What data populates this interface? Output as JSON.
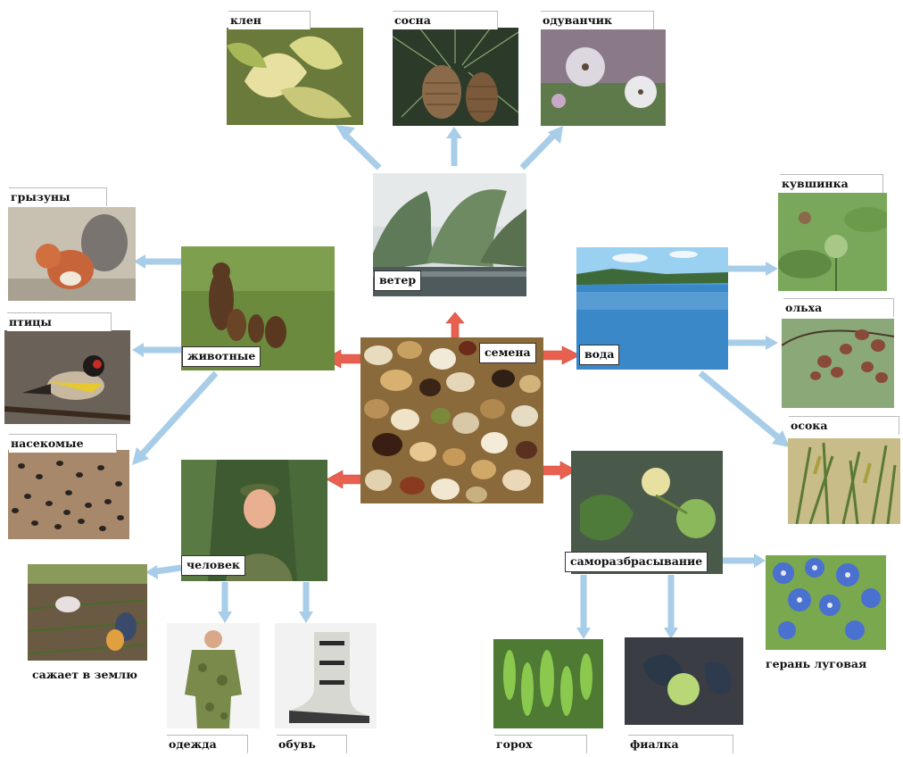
{
  "center": {
    "label": "семена"
  },
  "categories": {
    "wind": "ветер",
    "water": "вода",
    "animals": "животные",
    "human": "человек",
    "self": "саморазбрасывание"
  },
  "examples": {
    "maple": "клен",
    "pine": "сосна",
    "dandelion": "одуванчик",
    "rodents": "грызуны",
    "birds": "птицы",
    "insects": "насекомые",
    "waterlily": "кувшинка",
    "alder": "ольха",
    "sedge": "осока",
    "planting": "сажает в землю",
    "clothes": "одежда",
    "shoes": "обувь",
    "peas": "горох",
    "violet": "фиалка",
    "geranium": "герань луговая"
  },
  "colors": {
    "primary_arrow": "#e8604f",
    "secondary_arrow": "#a8cde8"
  }
}
